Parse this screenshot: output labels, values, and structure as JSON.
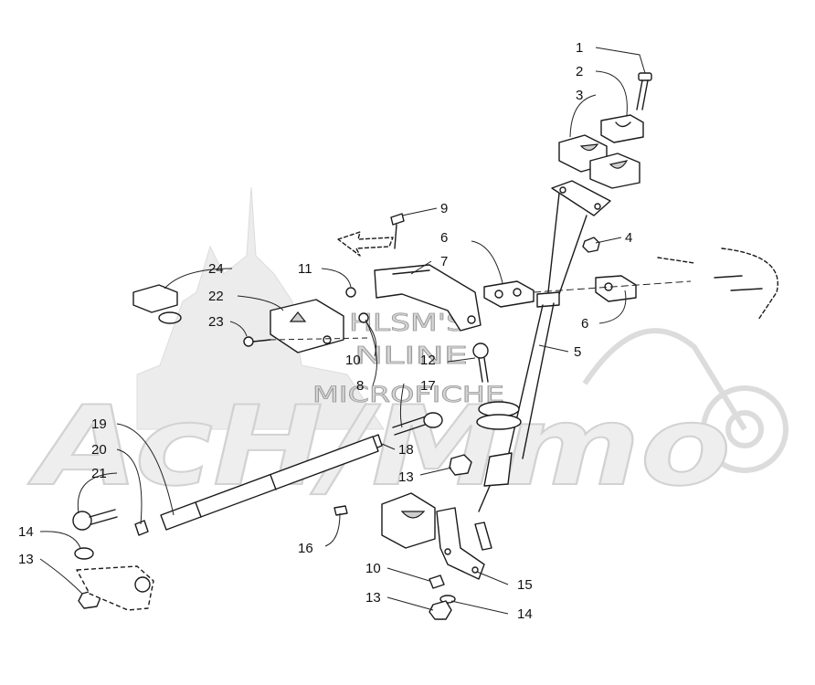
{
  "watermark": {
    "line1": "HLSM'S",
    "line2": "NLINE",
    "line3": "MICROFICHE",
    "brand": "AcH/Mmo"
  },
  "callouts": {
    "c1": "1",
    "c2": "2",
    "c3": "3",
    "c4": "4",
    "c5": "5",
    "c6a": "6",
    "c6b": "6",
    "c7": "7",
    "c8": "8",
    "c9": "9",
    "c10a": "10",
    "c10b": "10",
    "c11": "11",
    "c12": "12",
    "c13a": "13",
    "c13b": "13",
    "c13c": "13",
    "c14a": "14",
    "c14b": "14",
    "c15": "15",
    "c16": "16",
    "c17": "17",
    "c18": "18",
    "c19": "19",
    "c20": "20",
    "c21": "21",
    "c22": "22",
    "c23": "23",
    "c24": "24"
  }
}
